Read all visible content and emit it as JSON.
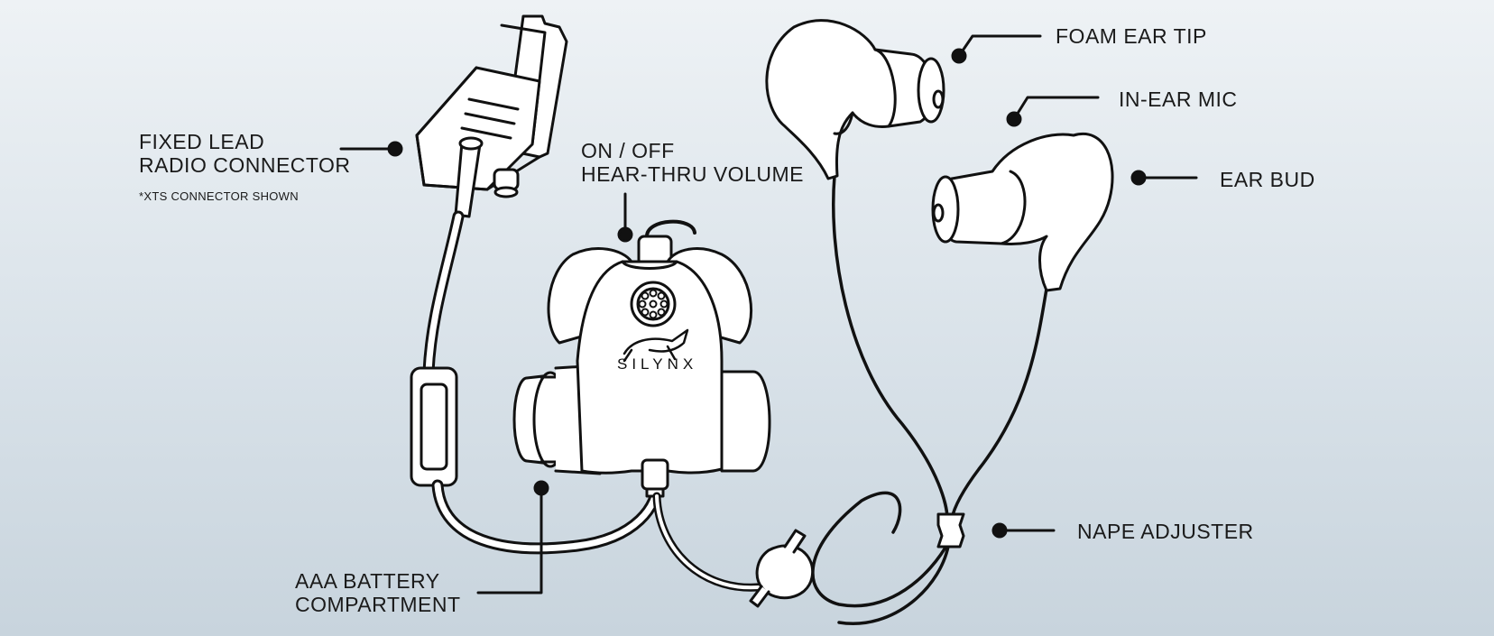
{
  "labels": {
    "fixed_lead": [
      "FIXED LEAD",
      "RADIO CONNECTOR"
    ],
    "xts_note": "*XTS CONNECTOR SHOWN",
    "on_off": [
      "ON / OFF",
      "HEAR-THRU VOLUME"
    ],
    "foam_tip": "FOAM EAR TIP",
    "in_ear_mic": "IN-EAR MIC",
    "ear_bud": "EAR BUD",
    "nape_adjuster": "NAPE ADJUSTER",
    "battery": [
      "AAA BATTERY",
      "COMPARTMENT"
    ]
  },
  "device_brand": "SILYNX",
  "colors": {
    "line": "#111111",
    "fill": "#ffffff"
  }
}
